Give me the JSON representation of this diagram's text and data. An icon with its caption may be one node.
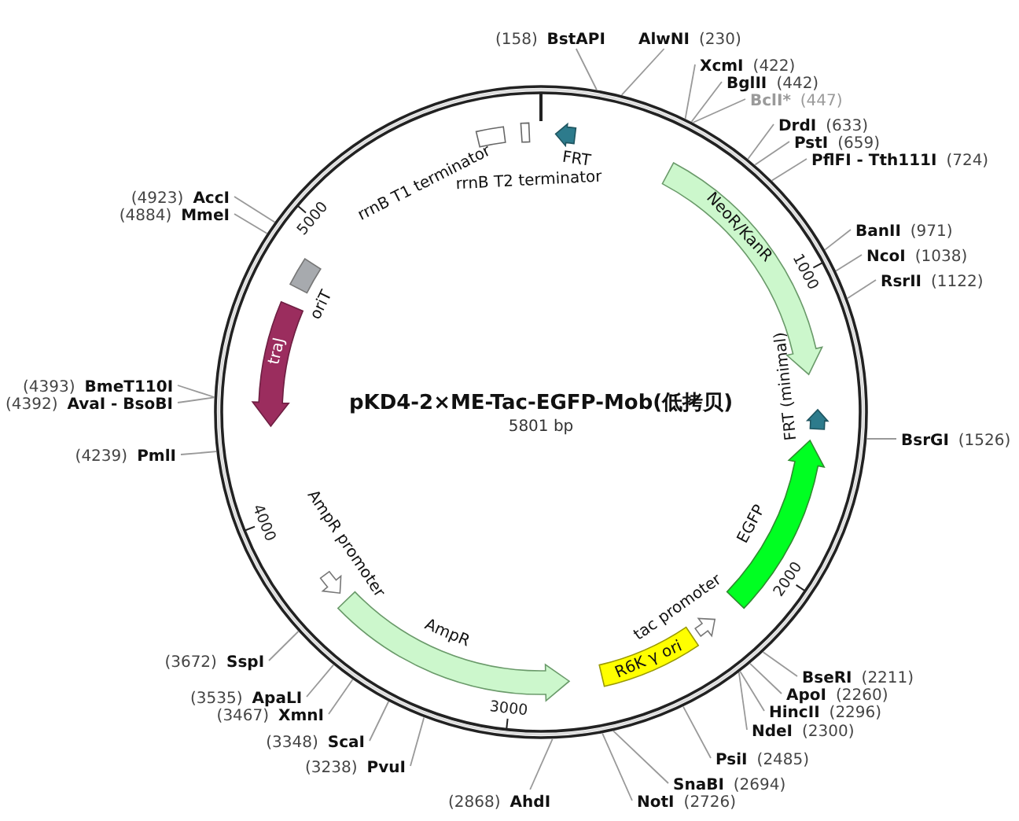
{
  "diagram": {
    "nodes": [
      {
        "text": [
          "pKD4-2×ME-Tac-EGFP-Mob(低拷贝)",
          "5801 bp"
        ]
      },
      {
        "text": [
          "rrnB T1 terminator"
        ],
        "in": 0
      },
      {
        "text": [
          "rrnB T2 terminator"
        ],
        "in": 0
      },
      {
        "text": [
          "FRT"
        ],
        "in": 0
      },
      {
        "text": [
          "NeoR/KanR"
        ],
        "in": 0
      },
      {
        "text": [
          "FRT (minimal)"
        ],
        "in": 0
      },
      {
        "text": [
          "EGFP"
        ],
        "in": 0
      },
      {
        "text": [
          "tac promoter"
        ],
        "in": 0
      },
      {
        "text": [
          "R6K γ ori"
        ],
        "in": 0
      },
      {
        "text": [
          "AmpR promoter"
        ],
        "in": 0
      },
      {
        "text": [
          "AmpR"
        ],
        "in": 0
      },
      {
        "text": [
          "traJ"
        ],
        "in": 0
      },
      {
        "text": [
          "oriT"
        ],
        "in": 0
      },
      {
        "text": [
          "(158)",
          "BstAPI"
        ]
      },
      {
        "text": [
          "AlwNI",
          "(230)"
        ]
      },
      {
        "text": [
          "XcmI",
          "(422)"
        ]
      },
      {
        "text": [
          "BglII",
          "(442)"
        ]
      },
      {
        "text": [
          "BclI*",
          "(447)"
        ]
      },
      {
        "text": [
          "DrdI",
          "(633)"
        ]
      },
      {
        "text": [
          "PstI",
          "(659)"
        ]
      },
      {
        "text": [
          "PflFI - Tth111I",
          "(724)"
        ]
      },
      {
        "text": [
          "BanII",
          "(971)"
        ]
      },
      {
        "text": [
          "NcoI",
          "(1038)"
        ]
      },
      {
        "text": [
          "RsrII",
          "(1122)"
        ]
      },
      {
        "text": [
          "BsrGI",
          "(1526)"
        ]
      },
      {
        "text": [
          "BseRI",
          "(2211)"
        ]
      },
      {
        "text": [
          "ApoI",
          "(2260)"
        ]
      },
      {
        "text": [
          "HincII",
          "(2296)"
        ]
      },
      {
        "text": [
          "NdeI",
          "(2300)"
        ]
      },
      {
        "text": [
          "PsiI",
          "(2485)"
        ]
      },
      {
        "text": [
          "SnaBI",
          "(2694)"
        ]
      },
      {
        "text": [
          "NotI",
          "(2726)"
        ]
      },
      {
        "text": [
          "(2868)",
          "AhdI"
        ]
      },
      {
        "text": [
          "(3238)",
          "PvuI"
        ]
      },
      {
        "text": [
          "(3348)",
          "ScaI"
        ]
      },
      {
        "text": [
          "(3467)",
          "XmnI"
        ]
      },
      {
        "text": [
          "(3535)",
          "ApaLI"
        ]
      },
      {
        "text": [
          "(3672)",
          "SspI"
        ]
      },
      {
        "text": [
          "(4239)",
          "PmlI"
        ]
      },
      {
        "text": [
          "(4392)",
          "AvaI - BsoBI"
        ]
      },
      {
        "text": [
          "(4393)",
          "BmeT110I"
        ]
      },
      {
        "text": [
          "(4884)",
          "MmeI"
        ]
      },
      {
        "text": [
          "(4923)",
          "AccI"
        ]
      }
    ],
    "edges": [
      {
        "from": 13,
        "to": 0,
        "arrow": "none"
      },
      {
        "from": 14,
        "to": 0,
        "arrow": "none"
      },
      {
        "from": 15,
        "to": 0,
        "arrow": "none"
      },
      {
        "from": 16,
        "to": 0,
        "arrow": "none"
      },
      {
        "from": 17,
        "to": 0,
        "arrow": "none"
      },
      {
        "from": 18,
        "to": 0,
        "arrow": "none"
      },
      {
        "from": 19,
        "to": 0,
        "arrow": "none"
      },
      {
        "from": 20,
        "to": 0,
        "arrow": "none"
      },
      {
        "from": 21,
        "to": 0,
        "arrow": "none"
      },
      {
        "from": 22,
        "to": 0,
        "arrow": "none"
      },
      {
        "from": 23,
        "to": 0,
        "arrow": "none"
      },
      {
        "from": 24,
        "to": 0,
        "arrow": "none"
      },
      {
        "from": 25,
        "to": 0,
        "arrow": "none"
      },
      {
        "from": 26,
        "to": 0,
        "arrow": "none"
      },
      {
        "from": 27,
        "to": 0,
        "arrow": "none"
      },
      {
        "from": 28,
        "to": 0,
        "arrow": "none"
      },
      {
        "from": 29,
        "to": 0,
        "arrow": "none"
      },
      {
        "from": 30,
        "to": 0,
        "arrow": "none"
      },
      {
        "from": 31,
        "to": 0,
        "arrow": "none"
      },
      {
        "from": 32,
        "to": 0,
        "arrow": "none"
      },
      {
        "from": 33,
        "to": 0,
        "arrow": "none"
      },
      {
        "from": 34,
        "to": 0,
        "arrow": "none"
      },
      {
        "from": 35,
        "to": 0,
        "arrow": "none"
      },
      {
        "from": 36,
        "to": 0,
        "arrow": "none"
      },
      {
        "from": 37,
        "to": 0,
        "arrow": "none"
      },
      {
        "from": 38,
        "to": 0,
        "arrow": "none"
      },
      {
        "from": 39,
        "to": 0,
        "arrow": "none"
      },
      {
        "from": 40,
        "to": 0,
        "arrow": "none"
      },
      {
        "from": 41,
        "to": 0,
        "arrow": "none"
      },
      {
        "from": 42,
        "to": 0,
        "arrow": "none"
      }
    ],
    "labels": [
      "1000",
      "2000",
      "3000",
      "4000",
      "5000"
    ]
  }
}
